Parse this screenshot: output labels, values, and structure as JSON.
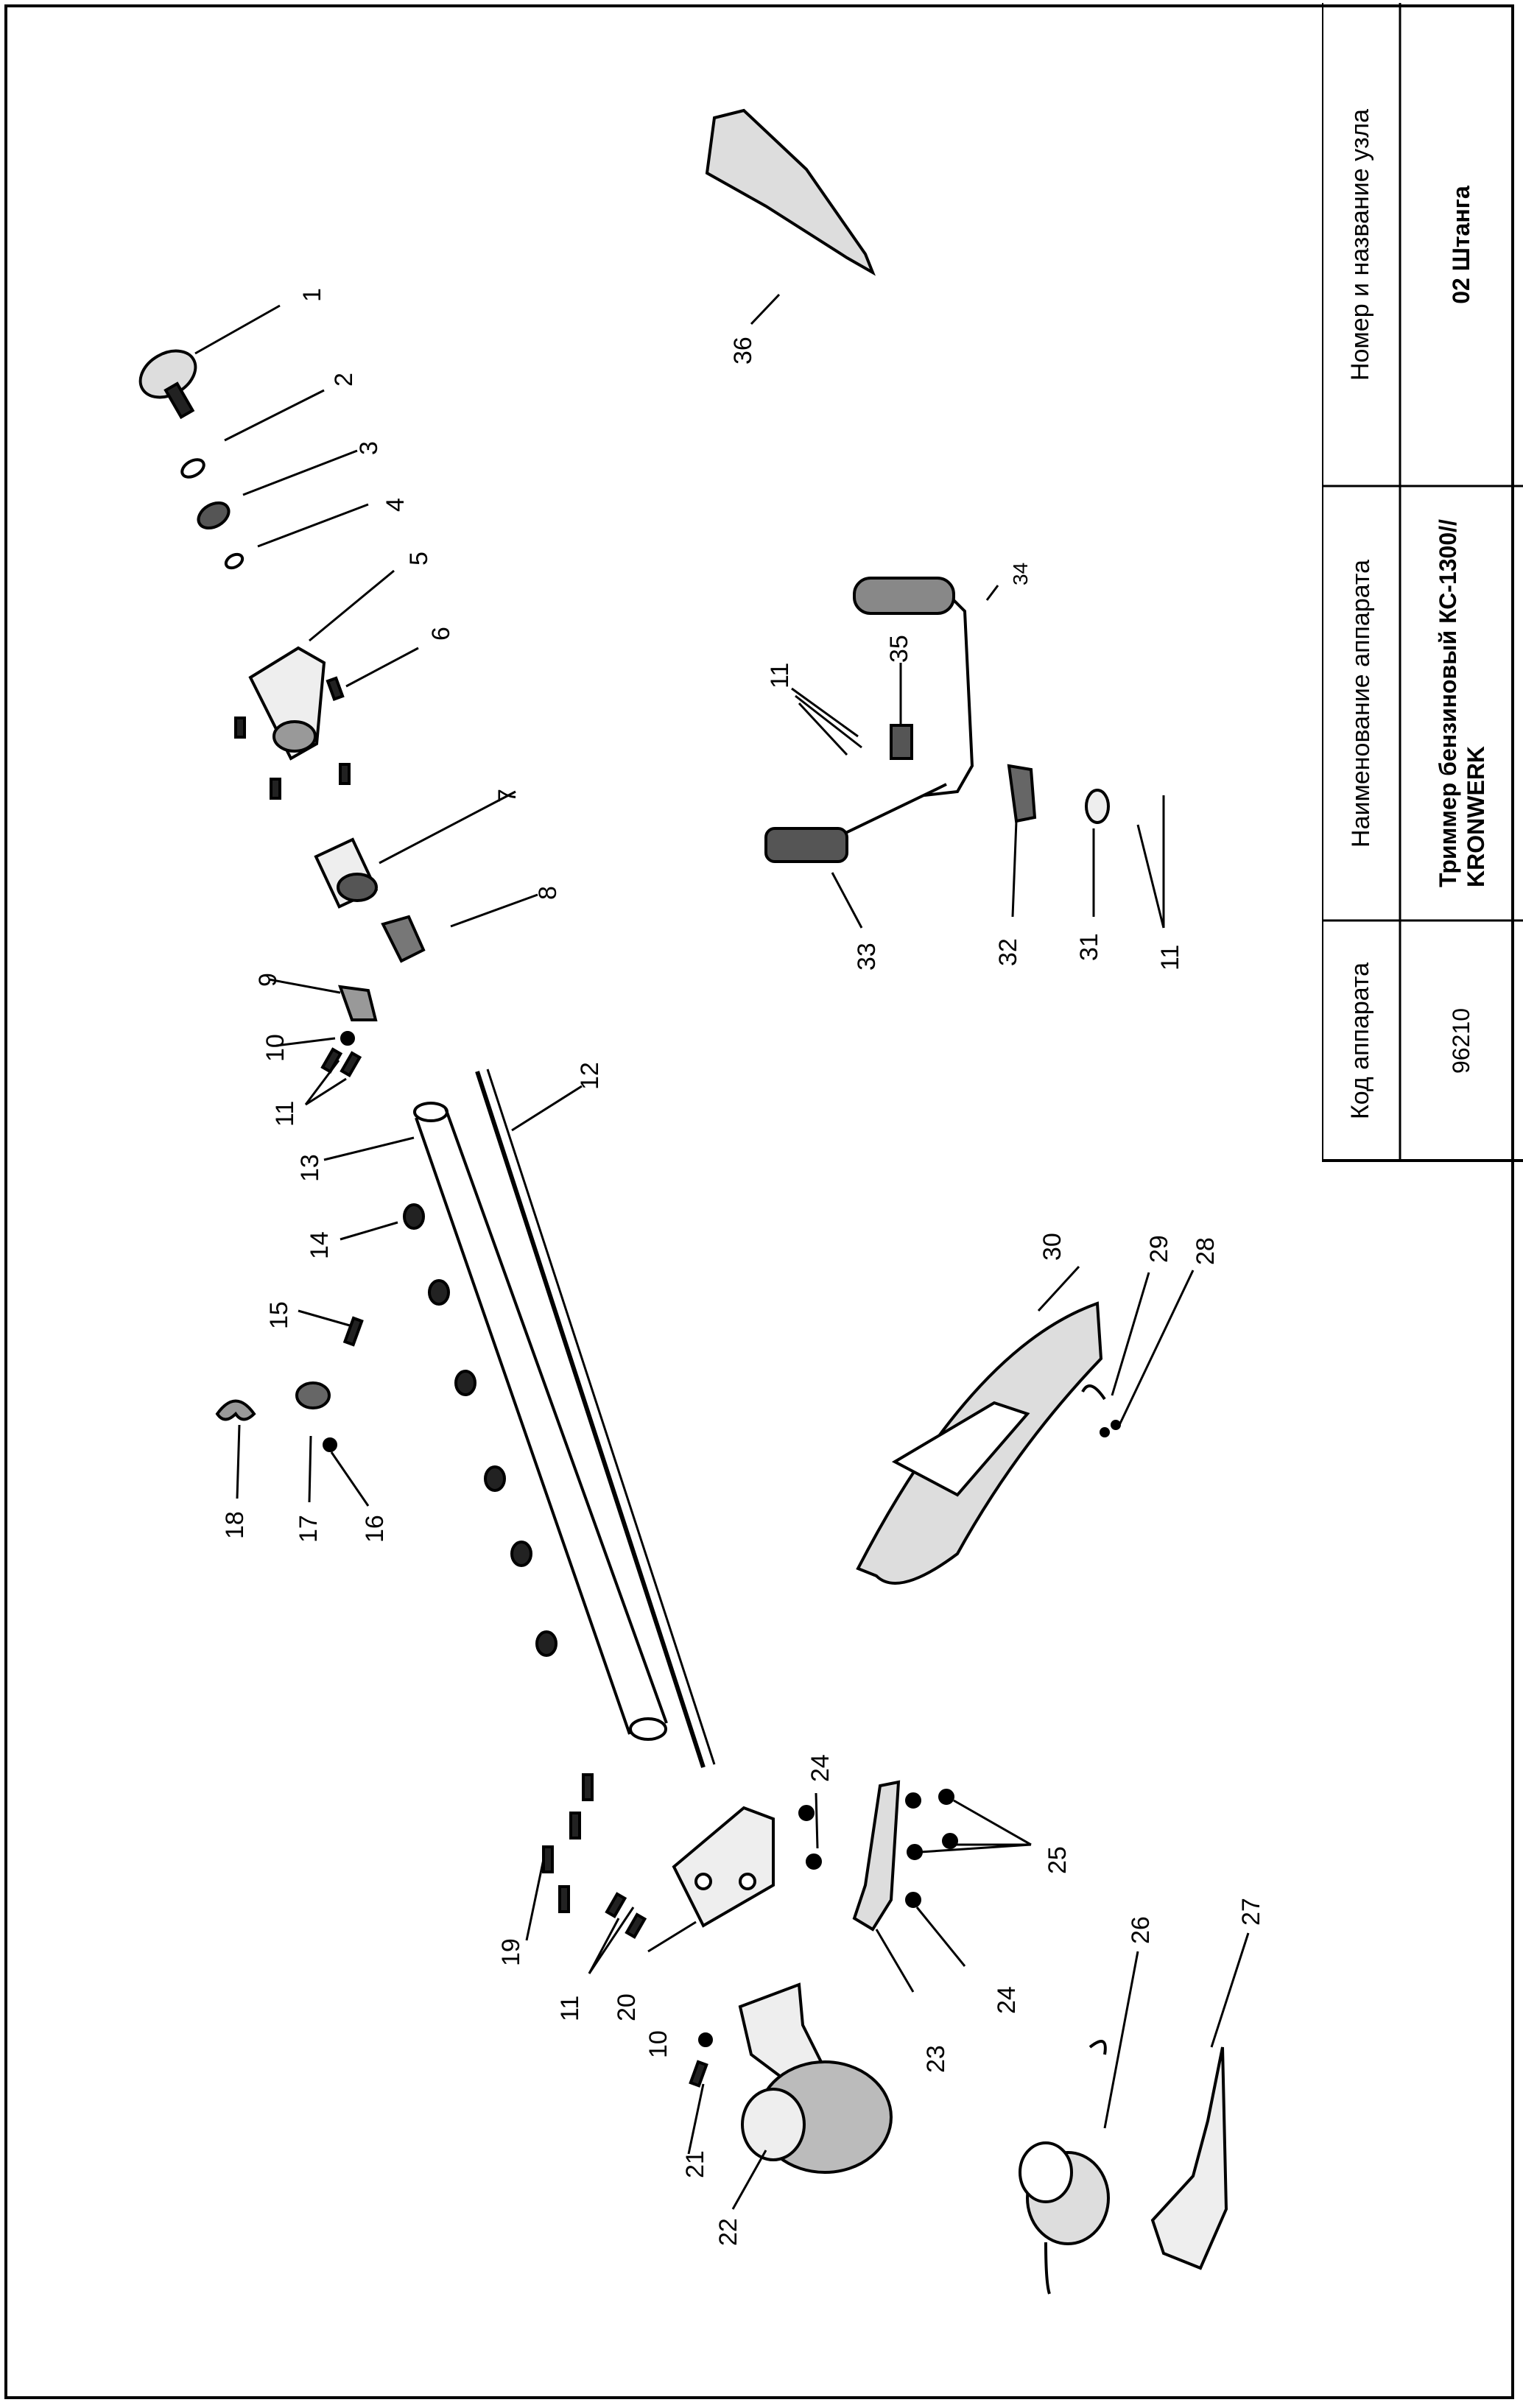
{
  "title_block": {
    "headers": {
      "code": "Код аппарата",
      "name": "Наименование аппарата",
      "unit": "Номер и название узла"
    },
    "values": {
      "code": "96210",
      "name_line1": "Триммер бензиновый КС-1300//",
      "name_line2": "KRONWERK",
      "unit": "02 Штанга"
    }
  },
  "part_labels": [
    "1",
    "2",
    "3",
    "4",
    "5",
    "6",
    "7",
    "8",
    "9",
    "10",
    "11",
    "12",
    "13",
    "14",
    "15",
    "16",
    "17",
    "18",
    "19",
    "20",
    "21",
    "22",
    "23",
    "24",
    "25",
    "26",
    "27",
    "28",
    "29",
    "30",
    "31",
    "32",
    "33",
    "34",
    "35",
    "36"
  ],
  "extra_labels": {
    "label_11_b": "11",
    "label_10_b": "10",
    "label_24_b": "24",
    "label_11_c": "11",
    "label_11_d": "11"
  }
}
